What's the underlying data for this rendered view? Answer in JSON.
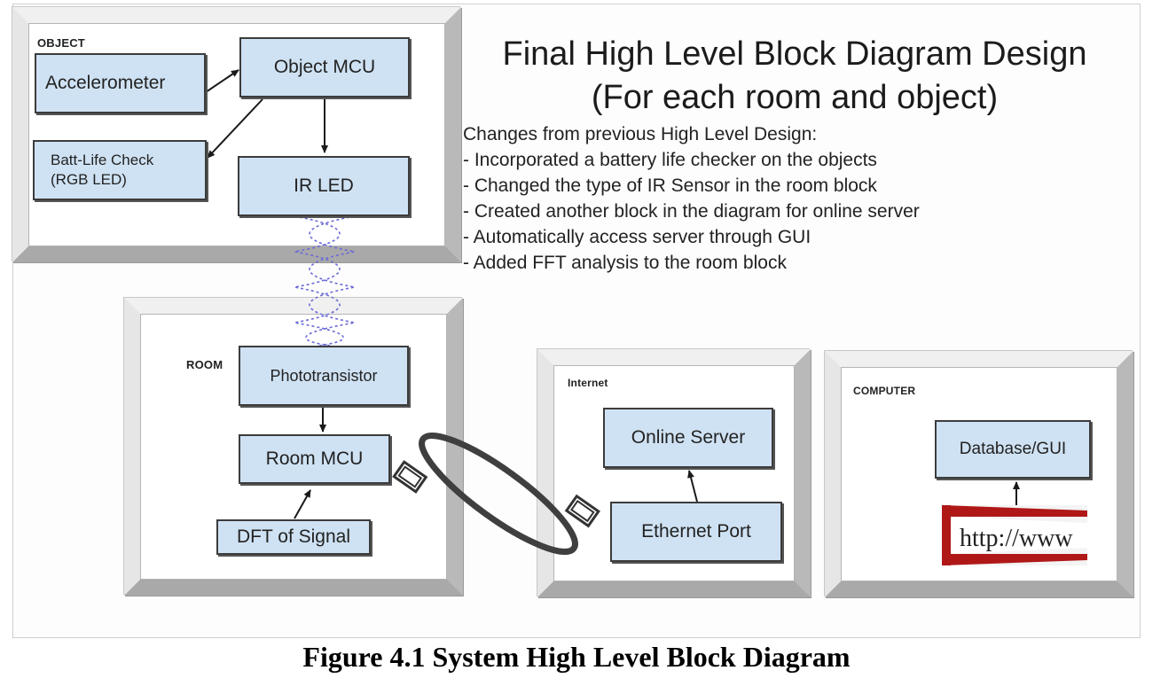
{
  "diagram": {
    "title_line1": "Final High Level Block Diagram Design",
    "title_line2": "(For each room and object)",
    "changes_heading": "Changes from previous High Level Design:",
    "changes": [
      "- Incorporated a battery life checker on the objects",
      "- Changed the type of IR Sensor in the room block",
      "- Created another block in the diagram for online server",
      "- Automatically access server through GUI",
      "- Added FFT analysis to the room block"
    ],
    "groups": {
      "object": "OBJECT",
      "room": "ROOM",
      "internet": "Internet",
      "computer": "COMPUTER"
    },
    "blocks": {
      "accelerometer": "Accelerometer",
      "object_mcu": "Object MCU",
      "batt_line1": "Batt-Life Check",
      "batt_line2": "(RGB LED)",
      "ir_led": "IR LED",
      "phototransistor": "Phototransistor",
      "room_mcu": "Room MCU",
      "dft": "DFT of Signal",
      "online_server": "Online Server",
      "ethernet_port": "Ethernet Port",
      "database_gui": "Database/GUI"
    },
    "http_logo_text": "http://www",
    "colors": {
      "block_fill": "#cfe2f3",
      "block_border": "#3c3c3c",
      "ir_wave": "#6a6ad8",
      "http_red": "#b01818"
    }
  },
  "caption": "Figure 4.1 System High Level Block Diagram"
}
